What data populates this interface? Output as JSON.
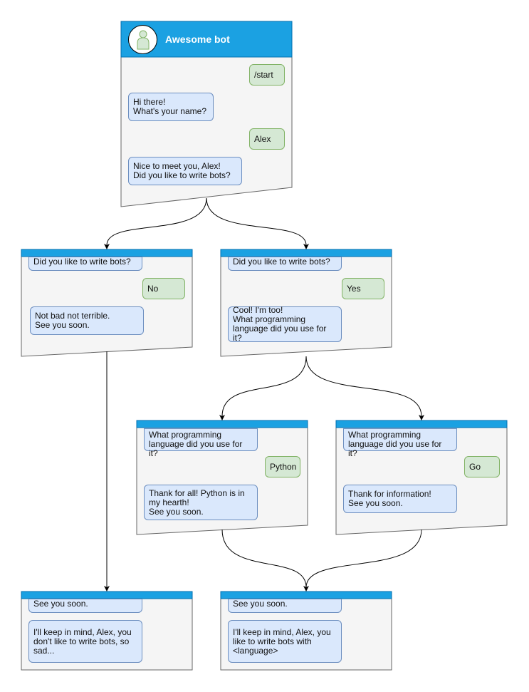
{
  "bot": {
    "title": "Awesome bot",
    "avatar_icon": "user-icon"
  },
  "colors": {
    "header": "#1ba1e2",
    "panel": "#f5f5f5",
    "bot_bubble": "#dae8fc",
    "user_bubble": "#d5e8d4"
  },
  "panels": [
    {
      "messages": [
        {
          "from": "user",
          "text": "/start"
        },
        {
          "from": "bot",
          "text": "Hi there!\nWhat's your name?"
        },
        {
          "from": "user",
          "text": "Alex"
        },
        {
          "from": "bot",
          "text": "Nice to meet you, Alex!\nDid you like to write bots?"
        }
      ]
    },
    {
      "messages": [
        {
          "from": "bot",
          "text": "Did you like to write bots?"
        },
        {
          "from": "user",
          "text": "No"
        },
        {
          "from": "bot",
          "text": "Not bad not terrible.\nSee you soon."
        }
      ]
    },
    {
      "messages": [
        {
          "from": "bot",
          "text": "Did you like to write bots?"
        },
        {
          "from": "user",
          "text": "Yes"
        },
        {
          "from": "bot",
          "text": "Cool! I'm too!\nWhat programming\nlanguage did you use for it?"
        }
      ]
    },
    {
      "messages": [
        {
          "from": "bot",
          "text": "What programming\nlanguage did you use for it?"
        },
        {
          "from": "user",
          "text": "Python"
        },
        {
          "from": "bot",
          "text": "Thank for all! Python is in\nmy hearth!\nSee you soon."
        }
      ]
    },
    {
      "messages": [
        {
          "from": "bot",
          "text": "What programming\nlanguage did you use for it?"
        },
        {
          "from": "user",
          "text": "Go"
        },
        {
          "from": "bot",
          "text": "Thank for information!\nSee you soon."
        }
      ]
    },
    {
      "messages": [
        {
          "from": "bot",
          "text": "See you soon."
        },
        {
          "from": "bot",
          "text": "I'll keep in mind, Alex, you\ndon't like to write bots, so\nsad..."
        }
      ]
    },
    {
      "messages": [
        {
          "from": "bot",
          "text": "See you soon."
        },
        {
          "from": "bot",
          "text": "I'll keep in mind, Alex, you\nlike to write bots with\n<language>"
        }
      ]
    }
  ]
}
